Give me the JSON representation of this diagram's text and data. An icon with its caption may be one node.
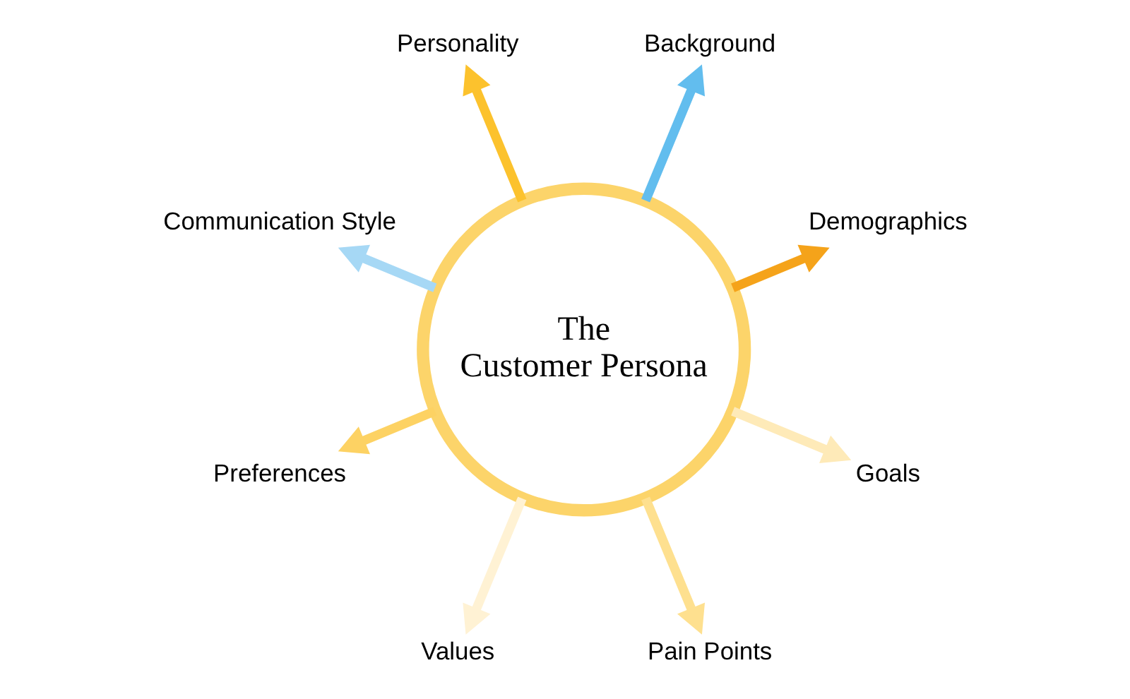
{
  "diagram": {
    "nodes": [
      {
        "text": [
          "Demographics"
        ]
      },
      {
        "text": [
          "Background"
        ]
      },
      {
        "text": [
          "Personality"
        ]
      },
      {
        "text": [
          "The Customer Persona"
        ]
      },
      {
        "text": [
          "Communication Style"
        ]
      },
      {
        "text": [
          "Preferences"
        ]
      },
      {
        "text": [
          "Values"
        ]
      },
      {
        "text": [
          "Pain Points"
        ]
      },
      {
        "text": [
          "Goals"
        ]
      }
    ],
    "edges": [
      {
        "from": 3,
        "to": 0,
        "arrow": "to",
        "color": "#f5a31a"
      },
      {
        "from": 3,
        "to": 1,
        "arrow": "to",
        "color": "#62bdee"
      },
      {
        "from": 3,
        "to": 4,
        "arrow": "to",
        "color": "#a6d8f5"
      },
      {
        "from": 3,
        "to": 6,
        "arrow": "to",
        "color": "#fff2d4"
      },
      {
        "from": 3,
        "to": 8,
        "arrow": "to",
        "color": "#feeab8"
      },
      {
        "from": 3,
        "to": 7,
        "arrow": "to",
        "color": "#fee08f"
      },
      {
        "from": 3,
        "to": 5,
        "arrow": "to",
        "color": "#fdd263"
      },
      {
        "from": 3,
        "to": 2,
        "arrow": "to",
        "color": "#fcc22d"
      }
    ]
  }
}
